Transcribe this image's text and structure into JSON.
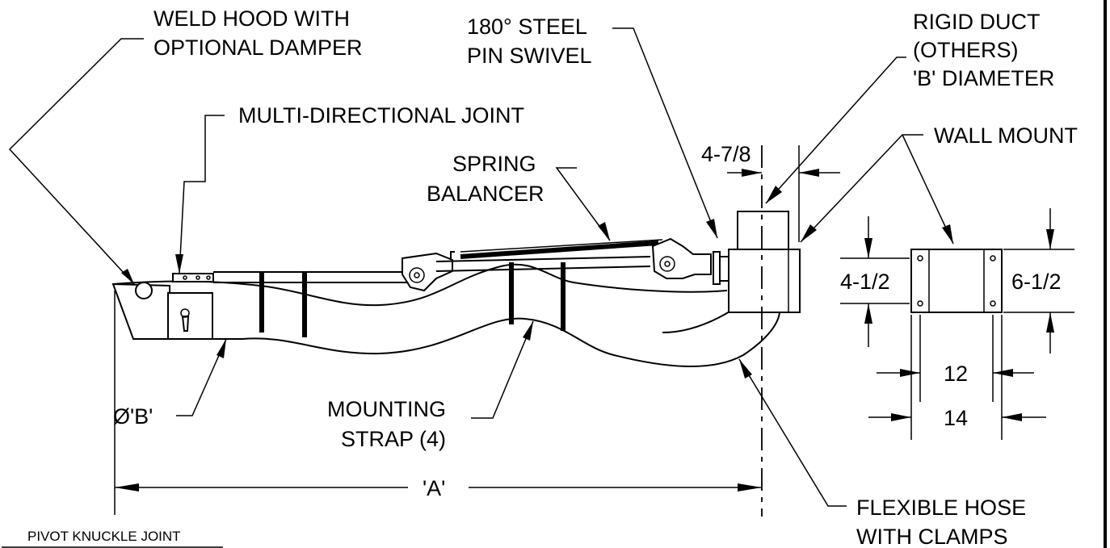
{
  "callouts": {
    "weld_hood": [
      "WELD HOOD WITH",
      "OPTIONAL DAMPER"
    ],
    "pin_swivel": [
      "180° STEEL",
      "PIN SWIVEL"
    ],
    "rigid_duct": [
      "RIGID DUCT",
      "(OTHERS)",
      "'B' DIAMETER"
    ],
    "multi_joint": "MULTI-DIRECTIONAL JOINT",
    "wall_mount": "WALL MOUNT",
    "spring_balancer": [
      "SPRING",
      "BALANCER"
    ],
    "diameter": "Ø'B'",
    "mounting_strap": [
      "MOUNTING",
      "STRAP (4)"
    ],
    "flexible_hose": [
      "FLEXIBLE HOSE",
      "WITH CLAMPS"
    ],
    "pivot_knuckle": "PIVOT KNUCKLE JOINT"
  },
  "dimensions": {
    "wall_offset": "4-7/8",
    "overall_length": "'A'",
    "mount_height_inner": "4-1/2",
    "mount_height_outer": "6-1/2",
    "mount_width_inner": "12",
    "mount_width_outer": "14"
  }
}
